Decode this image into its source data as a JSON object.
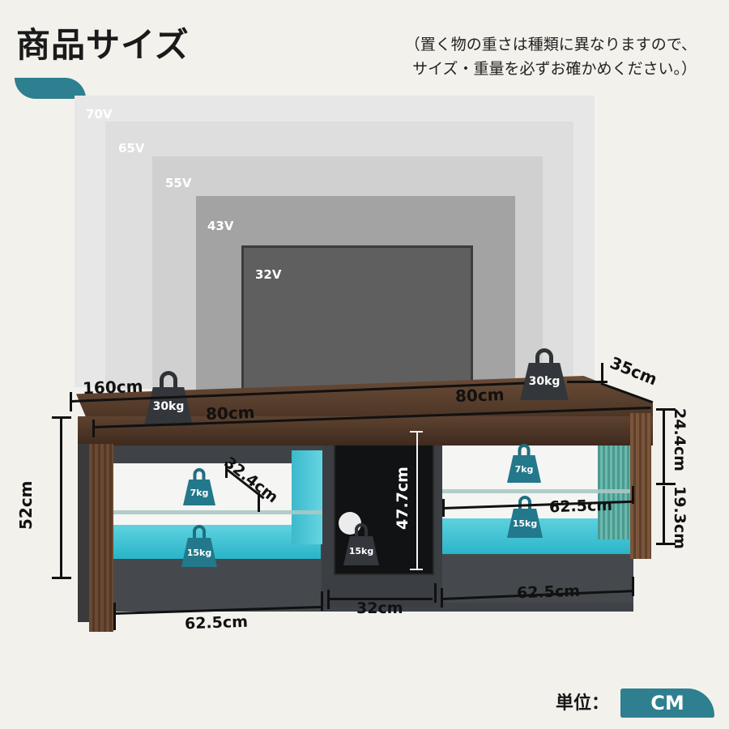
{
  "header": {
    "title": "商品サイズ",
    "note_line1": "（置く物の重さは種類に異なりますので、",
    "note_line2": "サイズ・重量を必ずお確かめください。）",
    "accent_color": "#2e7f8f"
  },
  "tv_sizes": [
    {
      "label": "70V"
    },
    {
      "label": "65V"
    },
    {
      "label": "55V"
    },
    {
      "label": "43V"
    },
    {
      "label": "32V"
    }
  ],
  "dimensions": {
    "total_width": "160cm",
    "top_left_width": "80cm",
    "top_right_width": "80cm",
    "depth": "35cm",
    "height": "52cm",
    "upper_bay_height": "24.4cm",
    "lower_bay_height": "19.3cm",
    "shelf_depth": "32.4cm",
    "center_height": "47.7cm",
    "left_bay_width": "62.5cm",
    "center_width": "32cm",
    "right_bay_width": "62.5cm",
    "right_shelf_width": "62.5cm"
  },
  "weights": {
    "top_left": "30kg",
    "top_right": "30kg",
    "left_shelf": "7kg",
    "left_bottom": "15kg",
    "center": "15kg",
    "right_shelf": "7kg",
    "right_bottom": "15kg"
  },
  "footer": {
    "unit_label": "単位：",
    "unit_value": "CM"
  }
}
